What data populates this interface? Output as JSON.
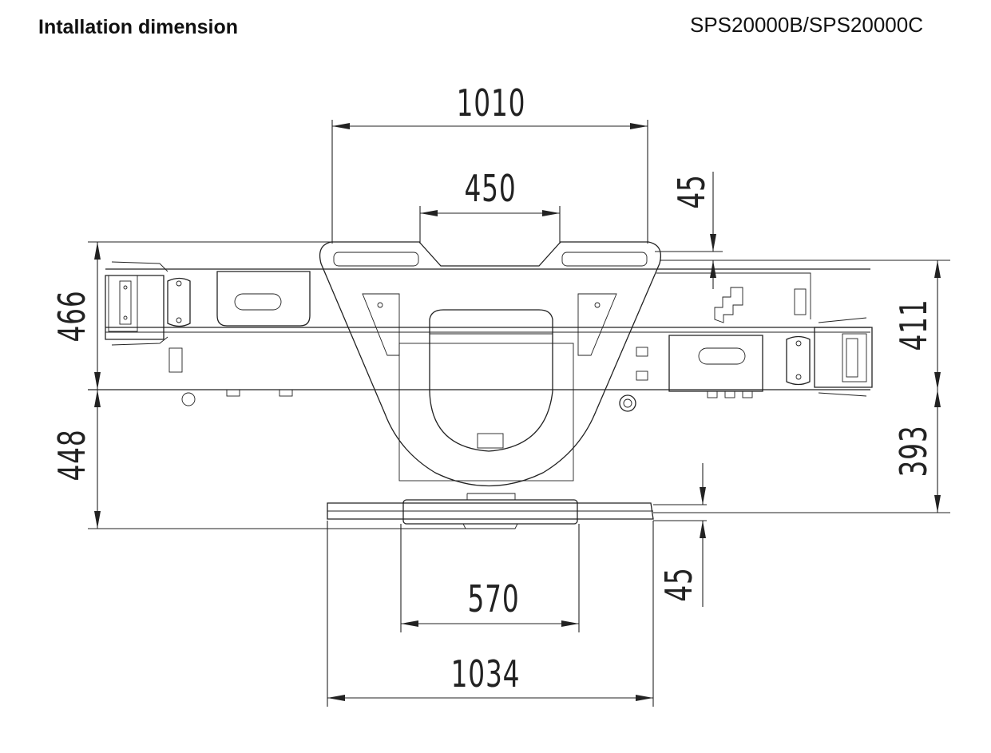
{
  "header": {
    "title": "Intallation dimension",
    "model": "SPS20000B/SPS20000C"
  },
  "dimensions": {
    "top_width": "1010",
    "top_inner": "450",
    "top_gap": "45",
    "bottom_inner": "570",
    "bottom_width": "1034",
    "bottom_gap": "45",
    "left_upper": "466",
    "left_lower": "448",
    "right_upper": "411",
    "right_lower": "393"
  }
}
